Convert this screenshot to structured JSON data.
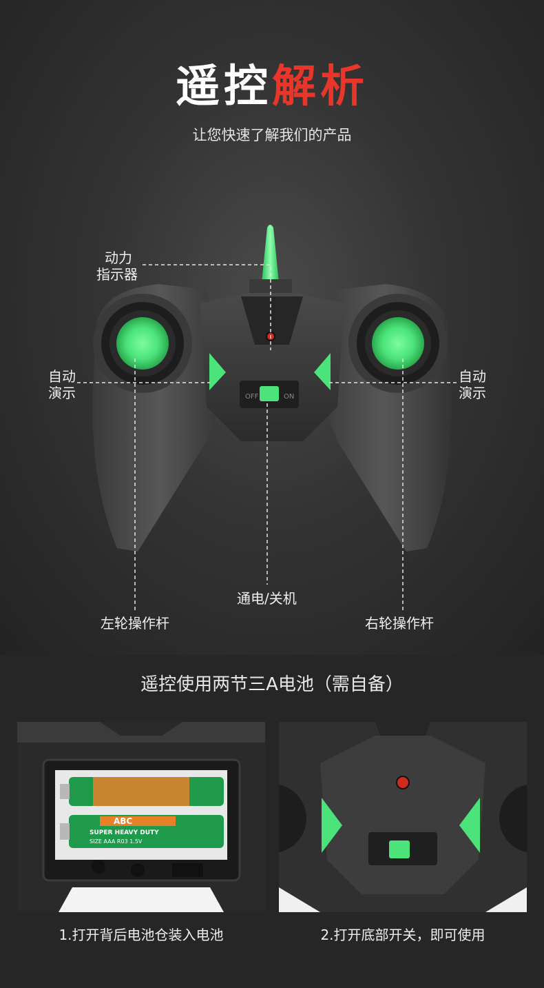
{
  "header": {
    "title_part1": "遥控",
    "title_part2": "解析",
    "subtitle": "让您快速了解我们的产品"
  },
  "callouts": {
    "power_indicator_line1": "动力",
    "power_indicator_line2": "指示器",
    "auto_demo_left_line1": "自动",
    "auto_demo_left_line2": "演示",
    "auto_demo_right_line1": "自动",
    "auto_demo_right_line2": "演示",
    "power_switch": "通电/关机",
    "left_stick": "左轮操作杆",
    "right_stick": "右轮操作杆"
  },
  "switch": {
    "off_label": "OFF",
    "on_label": "ON"
  },
  "battery": {
    "heading": "遥控使用两节三A电池（需自备）",
    "battery_brand": "ABC",
    "battery_text": "SUPER HEAVY DUTY",
    "battery_spec": "SIZE AAA R03 1.5V"
  },
  "steps": [
    {
      "caption": "1.打开背后电池仓装入电池"
    },
    {
      "caption": "2.打开底部开关，即可使用"
    }
  ],
  "colors": {
    "accent_red": "#e8362b",
    "glow_green": "#4be37a",
    "background": "#262626"
  }
}
